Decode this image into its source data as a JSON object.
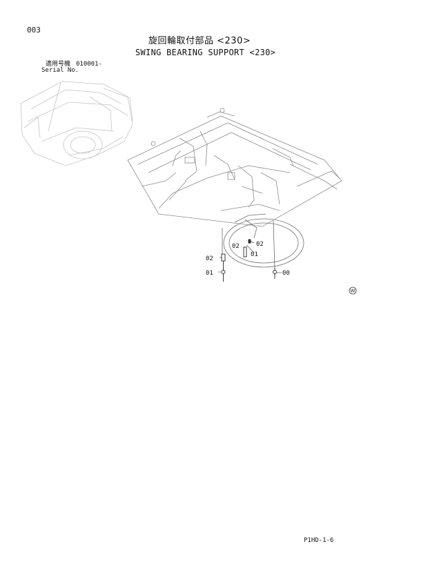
{
  "header": {
    "page_number": "003",
    "title_jp": "旋回輪取付部品 <230>",
    "title_en": "SWING BEARING SUPPORT <230>",
    "serial_label_jp": "適用号機",
    "serial_value": "010001-",
    "serial_label_en": "Serial No."
  },
  "callouts": {
    "c02_top": "02",
    "c02_right": "02",
    "c01_middle": "01",
    "c02_left": "02",
    "c01_left": "01",
    "c00": "00"
  },
  "watermark": {
    "symbol": "W",
    "icon": "circled-w-icon"
  },
  "footer": {
    "doc_code": "P1HD-1-6"
  }
}
